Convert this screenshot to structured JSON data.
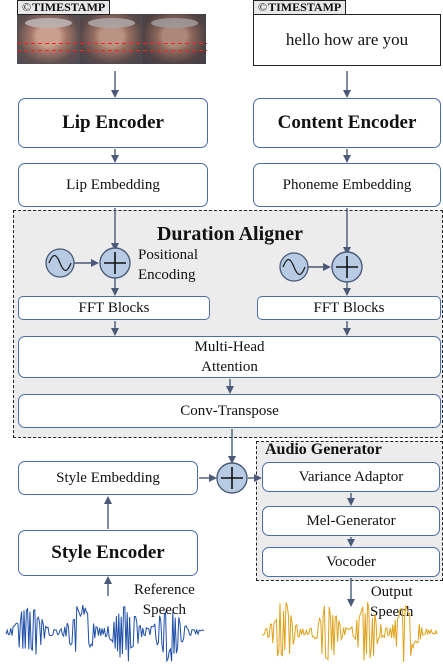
{
  "lip_input": {
    "badge": "TIMESTAMP"
  },
  "text_input": {
    "badge": "TIMESTAMP",
    "text": "hello how are you"
  },
  "lip_encoder": "Lip Encoder",
  "content_encoder": "Content Encoder",
  "lip_embedding": "Lip Embedding",
  "phoneme_embedding": "Phoneme Embedding",
  "duration_aligner": {
    "title": "Duration Aligner",
    "positional_encoding": [
      "Positional",
      "Encoding"
    ],
    "fft_left": "FFT Blocks",
    "fft_right": "FFT Blocks",
    "attention": [
      "Multi-Head",
      "Attention"
    ],
    "conv_transpose": "Conv-Transpose"
  },
  "style_embedding": "Style Embedding",
  "style_encoder": "Style Encoder",
  "reference_speech": [
    "Reference",
    "Speech"
  ],
  "audio_generator": {
    "title": "Audio Generator",
    "variance_adaptor": "Variance Adaptor",
    "mel_generator": "Mel-Generator",
    "vocoder": "Vocoder"
  },
  "output_speech": [
    "Output",
    "Speech"
  ],
  "colors": {
    "box_border": "#4a6fa8",
    "arrow": "#4a5a78",
    "node_fill": "#b8cbe4",
    "wave_blue": "#1f4fa8",
    "wave_orange": "#e0a21a"
  }
}
